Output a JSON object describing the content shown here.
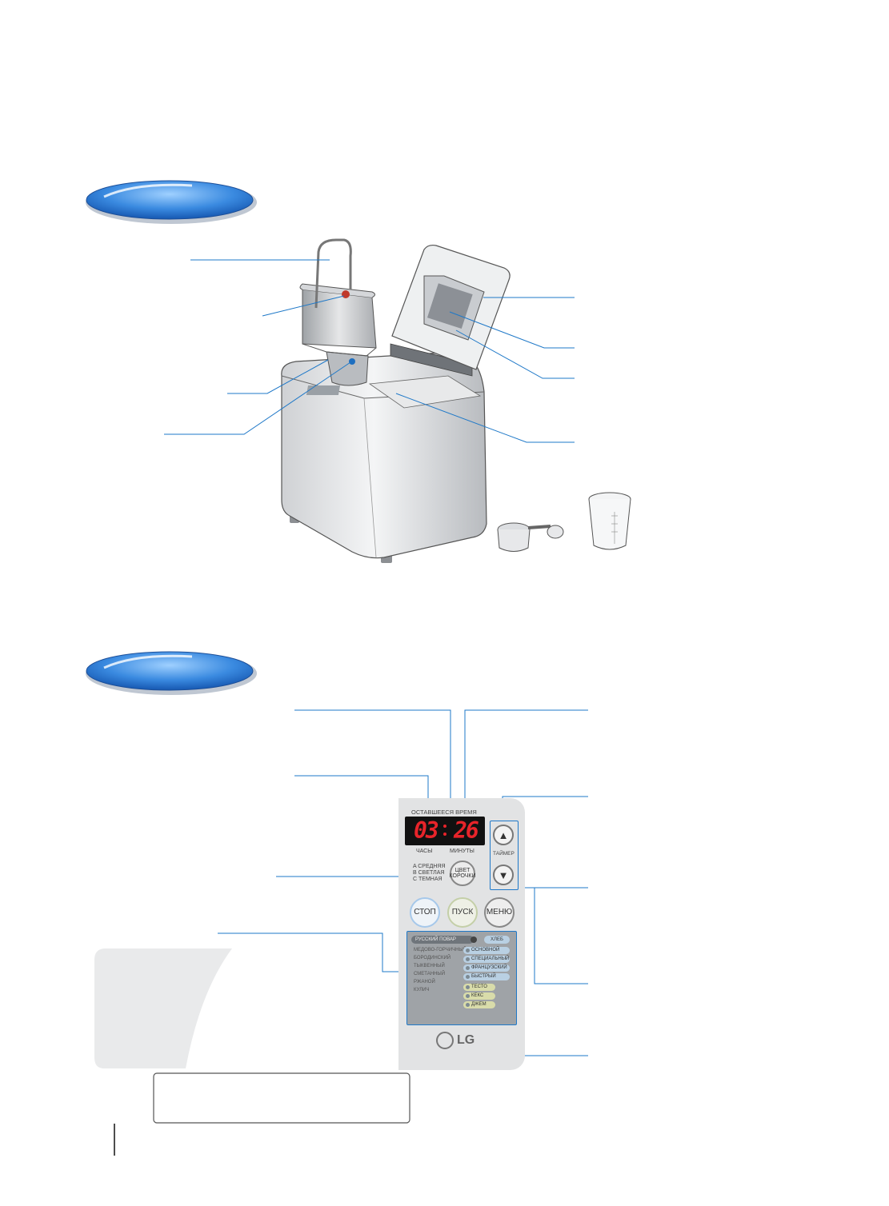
{
  "display": {
    "remaining_label": "ОСТАВШЕЕСЯ ВРЕМЯ",
    "hours": "03",
    "minutes": "26",
    "hours_label": "ЧАСЫ",
    "minutes_label": "МИНУТЫ"
  },
  "crust": {
    "options": [
      "A  СРЕДНЯЯ",
      "B  СВЕТЛАЯ",
      "C  ТЕМНАЯ"
    ],
    "button_label": "ЦВЕТ КОРОЧКИ"
  },
  "timer": {
    "label": "ТАЙМЕР"
  },
  "buttons": {
    "stop": "СТОП",
    "start": "ПУСК",
    "menu": "МЕНЮ"
  },
  "menu_panel": {
    "header": "РУССКИЙ ПОВАР",
    "bread_label": "ХЛЕБ",
    "russian_items": [
      "МЕДОВО-ГОРЧИЧНЫЙ",
      "БОРОДИНСКИЙ",
      "ТЫКВЕННЫЙ",
      "СМЕТАННЫЙ",
      "РЖАНОЙ",
      "КУЛИЧ"
    ],
    "bread_items": [
      "ОСНОВНОЙ",
      "СПЕЦИАЛЬНЫЙ",
      "ФРАНЦУЗСКИЙ",
      "БЫСТРЫЙ"
    ],
    "other_items": [
      "ТЕСТО",
      "КЕКС",
      "ДЖЕМ"
    ]
  },
  "brand": {
    "logo_text": "LG"
  },
  "colors": {
    "display_red": "#e8242a",
    "panel_gray": "#e2e3e4",
    "callout_blue": "#1e78c8",
    "badge_blue": "#2f7fd0"
  }
}
